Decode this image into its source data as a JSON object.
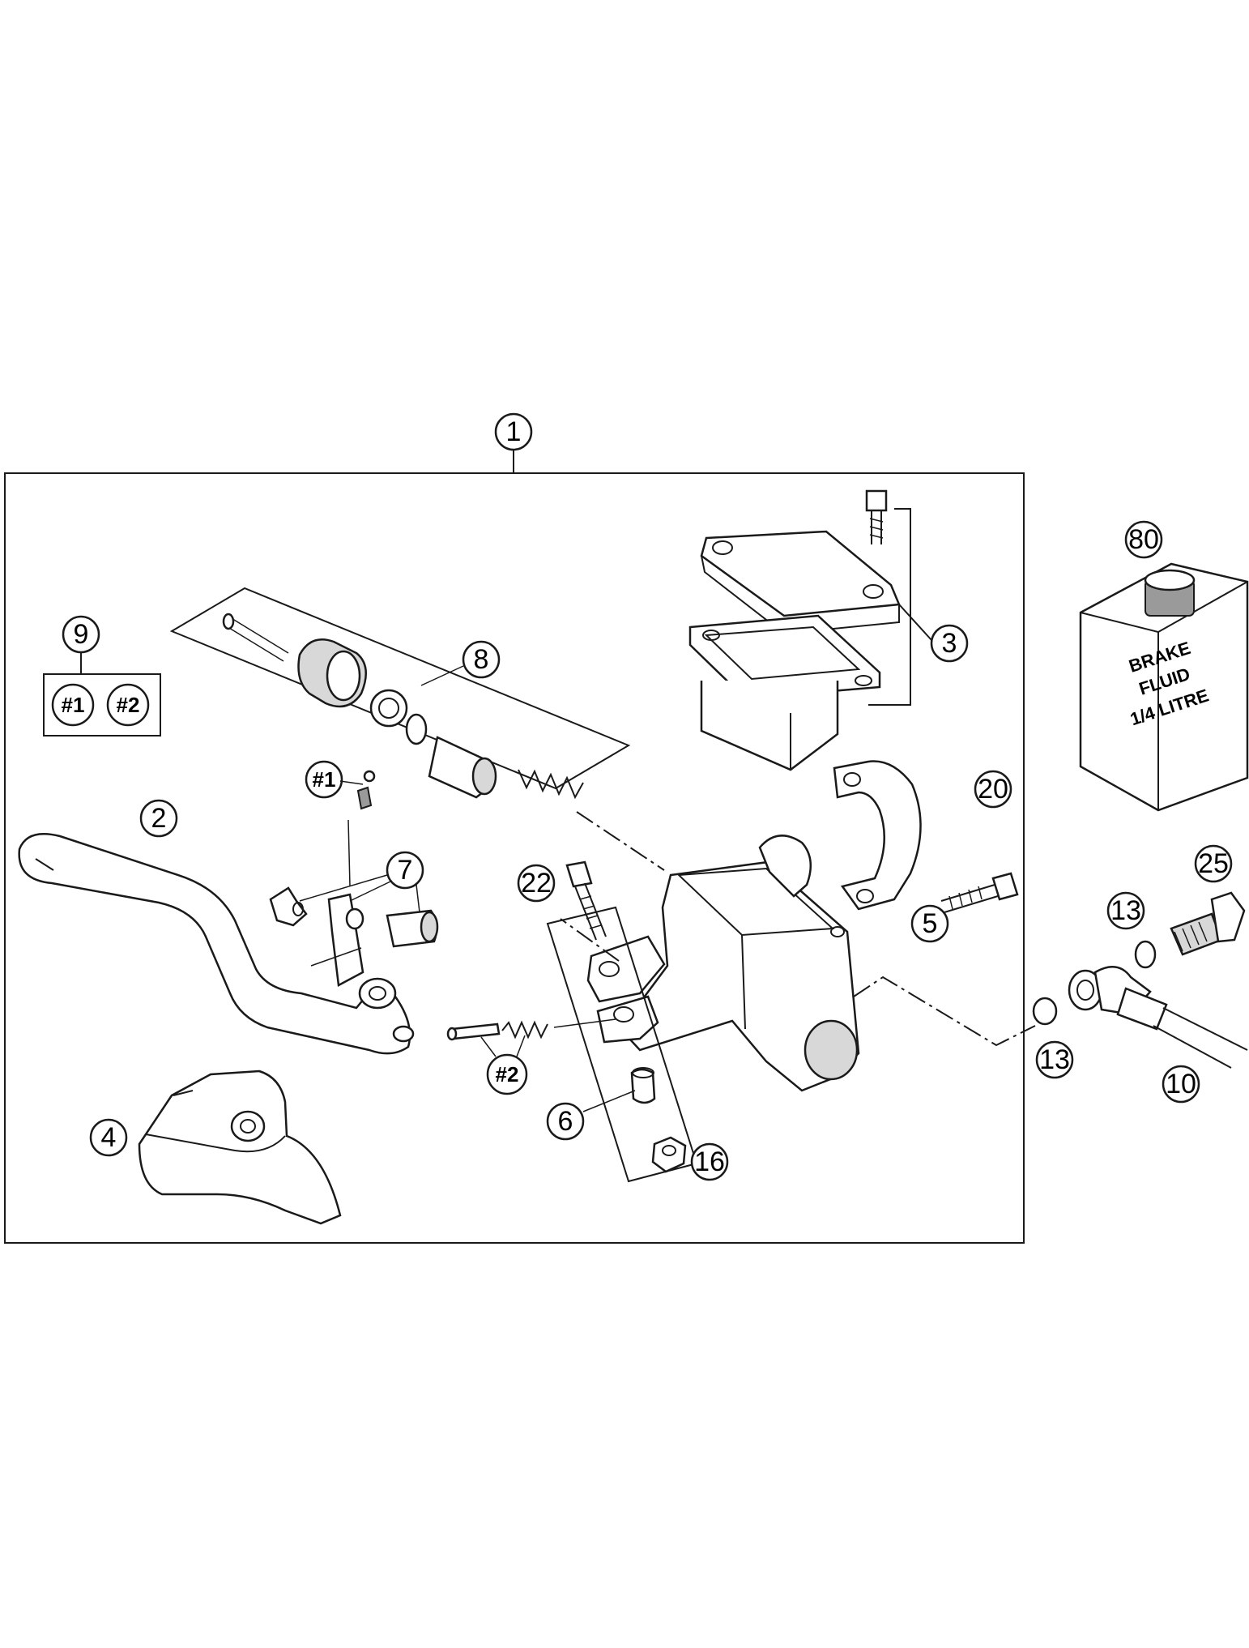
{
  "callouts": {
    "c1": "1",
    "c2": "2",
    "c3": "3",
    "c4": "4",
    "c5": "5",
    "c6": "6",
    "c7": "7",
    "c8": "8",
    "c9": "9",
    "c10": "10",
    "c13a": "13",
    "c13b": "13",
    "c16": "16",
    "c20": "20",
    "c22": "22",
    "c25": "25",
    "c80": "80",
    "h1_kit": "#1",
    "h2_kit": "#2",
    "h1_part": "#1",
    "h2_part": "#2"
  },
  "fluid_label": {
    "line1": "BRAKE",
    "line2": "FLUID",
    "line3": "1/4 LITRE"
  }
}
